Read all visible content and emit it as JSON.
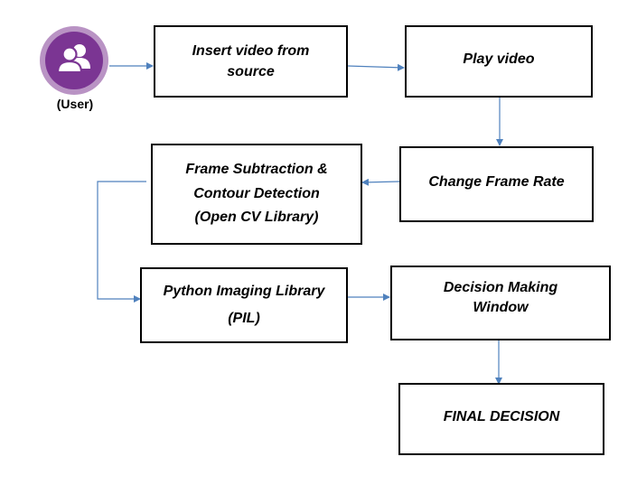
{
  "user": {
    "label": "(User)",
    "icon": "users-icon"
  },
  "colors": {
    "arrow": "#4f81bd",
    "border": "#000000",
    "user_outer": "#b993c4",
    "user_inner": "#7b3593"
  },
  "nodes": {
    "insert_video": {
      "line1": "Insert video from",
      "line2": "source"
    },
    "play_video": {
      "line1": "Play video"
    },
    "change_frame_rate": {
      "line1": "Change Frame Rate"
    },
    "frame_subtraction": {
      "line1": "Frame Subtraction &",
      "line2": "Contour Detection",
      "line3": "(Open CV Library)"
    },
    "python_imaging": {
      "line1": "Python Imaging Library",
      "line2": "(PIL)"
    },
    "decision_window": {
      "line1": "Decision Making",
      "line2": "Window"
    },
    "final_decision": {
      "line1": "FINAL DECISION"
    }
  }
}
